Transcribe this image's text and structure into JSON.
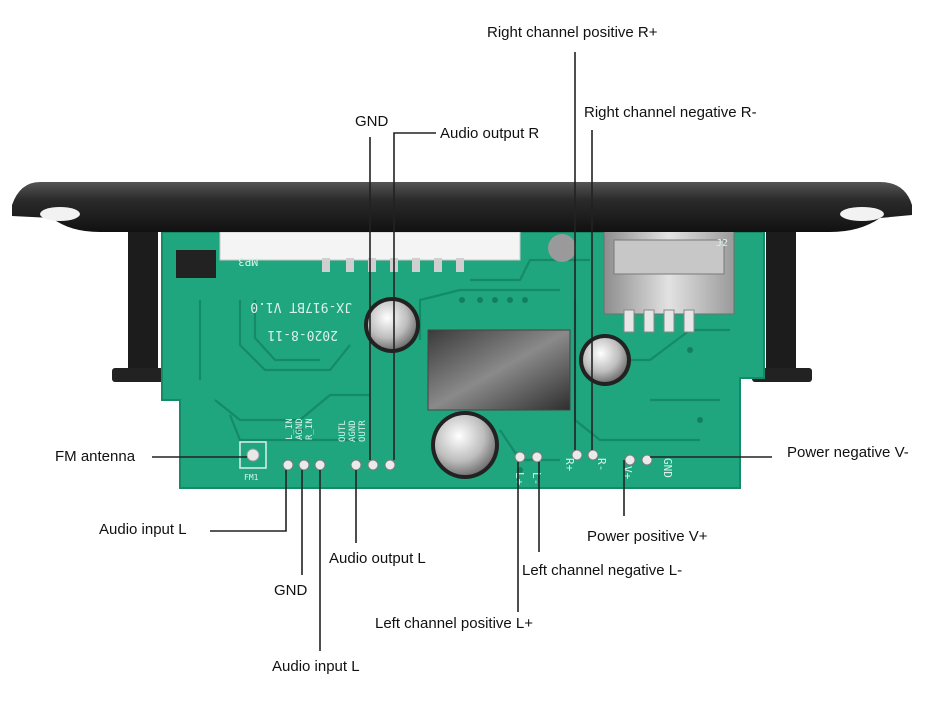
{
  "board": {
    "model": "JX-917BT V1.0",
    "date": "2020-8-11",
    "usb_ref": "J2",
    "sd_label": "MP3",
    "silk_pins_left": [
      "L_IN",
      "AGND",
      "R_IN"
    ],
    "silk_pins_right": [
      "OUTL",
      "AGND",
      "OUTR"
    ],
    "silk_fm": "FM1",
    "silk_r_plus": "R+",
    "silk_r_minus": "R-",
    "silk_l_plus": "L+",
    "silk_l_minus": "L-",
    "silk_vplus": "V+",
    "silk_gnd": "GND"
  },
  "labels": {
    "right_pos": "Right channel positive R+",
    "right_neg": "Right channel negative R-",
    "gnd_top": "GND",
    "audio_out_r": "Audio output R",
    "fm_antenna": "FM antenna",
    "power_neg": "Power negative V-",
    "audio_in_l_1": "Audio input L",
    "power_pos": "Power positive V+",
    "audio_out_l": "Audio output L",
    "left_neg": "Left channel negative L-",
    "gnd_bottom": "GND",
    "left_pos": "Left channel positive L+",
    "audio_in_l_2": "Audio input L"
  },
  "colors": {
    "pcb": "#1fa67e",
    "pcb_dark": "#158a66",
    "bezel": "#2a2a2a",
    "leader": "#222222"
  }
}
